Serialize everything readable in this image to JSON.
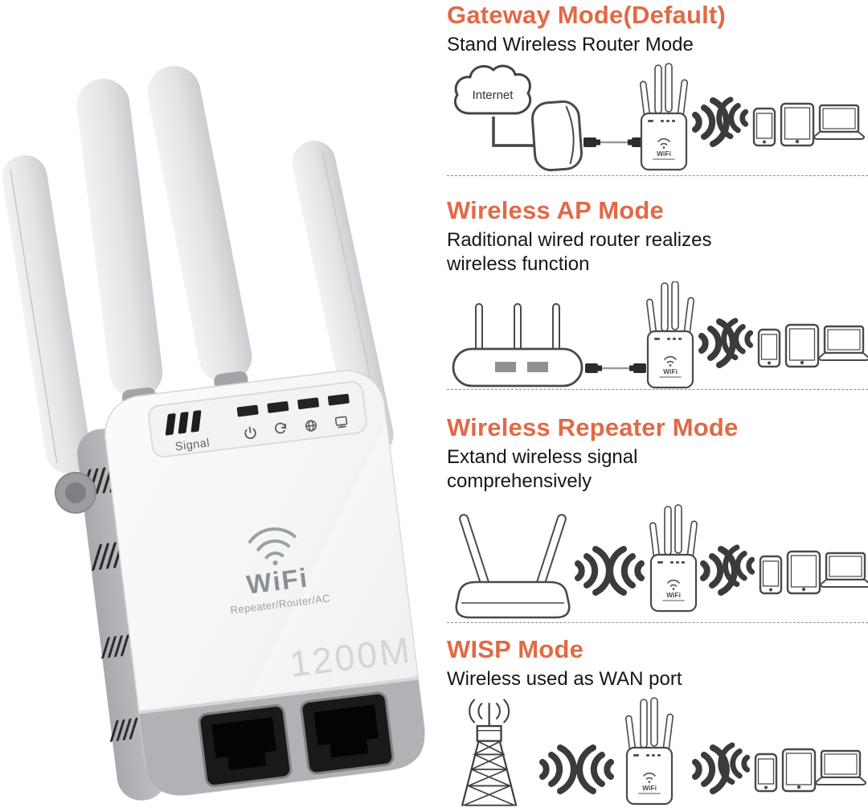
{
  "colors": {
    "accent_orange": "#e06a45",
    "body_text": "#161616",
    "diagram_icon": "#3b3b3b",
    "divider_gray": "#8c8c8c",
    "device_body": "#f2f3f5",
    "device_metal": "#b0b2b5"
  },
  "product": {
    "name": "wifi-repeater-1200m",
    "signal_label": "Signal",
    "logo": "WiFi",
    "logo_subtitle": "Repeater/Router/AC",
    "speed_badge": "1200M",
    "mini_label": "WiFi",
    "antennas": 4,
    "ethernet_ports": 2,
    "indicator_icons": [
      "power-icon",
      "repeat-icon",
      "internet-icon",
      "lan-icon"
    ]
  },
  "sections": [
    {
      "title": "Gateway Mode(Default)",
      "subtitle": "Stand Wireless Router Mode",
      "cloud_label": "Internet",
      "flow": [
        "internet-cloud",
        "modem",
        "ethernet-cable",
        "repeater",
        "wifi-signal",
        "phone",
        "tablet",
        "laptop"
      ]
    },
    {
      "title": "Wireless AP Mode",
      "subtitle": "Raditional wired router realizes\nwireless function",
      "flow": [
        "wired-router",
        "ethernet-cable",
        "repeater",
        "wifi-signal",
        "phone",
        "tablet",
        "laptop"
      ]
    },
    {
      "title": "Wireless Repeater Mode",
      "subtitle": "Extand wireless signal\ncomprehensively",
      "flow": [
        "wireless-router",
        "wifi-signal",
        "repeater",
        "wifi-signal",
        "phone",
        "tablet",
        "laptop"
      ]
    },
    {
      "title": "WISP Mode",
      "subtitle": "Wireless used as WAN port",
      "flow": [
        "isp-tower",
        "wifi-signal",
        "repeater",
        "wifi-signal",
        "phone",
        "tablet",
        "laptop"
      ]
    }
  ]
}
